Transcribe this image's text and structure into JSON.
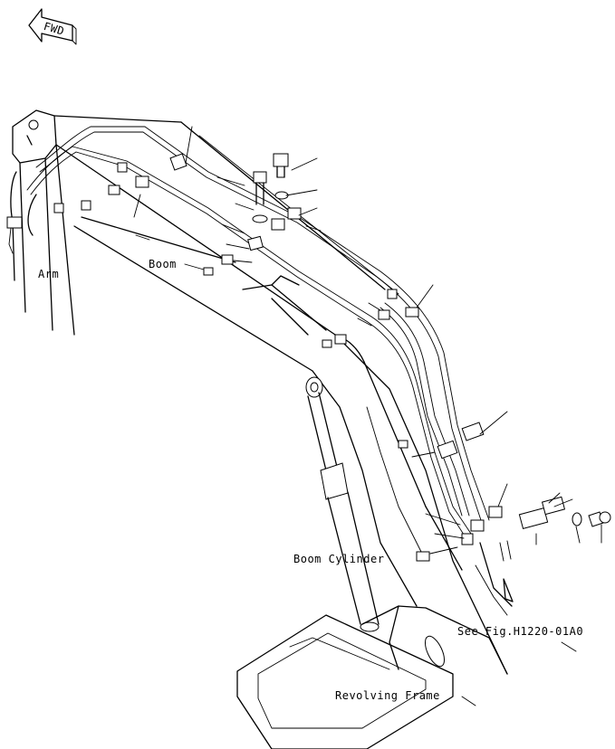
{
  "diagram": {
    "fwd_label": "FWD",
    "labels": {
      "arm": "Arm",
      "boom": "Boom",
      "boom_cylinder": "Boom Cylinder",
      "see_fig": "See Fig.H1220-01A0",
      "revolving_frame": "Revolving Frame"
    }
  }
}
